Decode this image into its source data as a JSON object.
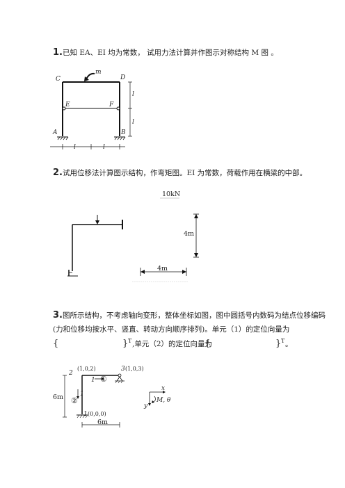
{
  "q1": {
    "num": "1.",
    "text": "已知  EA、EI 均为常数，  试用力法计算并作图示对称结构 M 图 。",
    "labels": {
      "C": "C",
      "D": "D",
      "E": "E",
      "F": "F",
      "A": "A",
      "B": "B",
      "m": "m",
      "l1": "l",
      "l2": "l",
      "l3": "l",
      "l4": "l"
    }
  },
  "q2": {
    "num": "2.",
    "text": "试用位移法计算图示结构，作弯矩图。EI 为常数，荷载作用在横梁的中部。",
    "load": "10kN",
    "height": "4m",
    "span": "4m"
  },
  "q3": {
    "num": "3.",
    "line1": "图所示结构，不考虑轴向变形，整体坐标如图，图中圆括号内数码为结点位移编码",
    "line2": "(力和位移均按水平、竖直、转动方向顺序排列)。单元（1）的定位向量为",
    "brace_open1": "{",
    "brace_close1": "}",
    "sup1": "T",
    "mid": ",单元（2）的定位向量为",
    "brace_open2": "{",
    "brace_close2": "}",
    "sup2": "T",
    "end": "。",
    "node2": "2",
    "code2": "(1,0,2)",
    "node3": "3",
    "code3": "(1,0,3)",
    "elem_i_top": "1",
    "elem1": "①",
    "elem_i_left": "1",
    "elem2": "②",
    "node1": "1",
    "code1": "(0,0,0)",
    "height": "6m",
    "span": "6m",
    "axis_x": "x",
    "axis_y": "y",
    "axis_m": "M, θ"
  }
}
